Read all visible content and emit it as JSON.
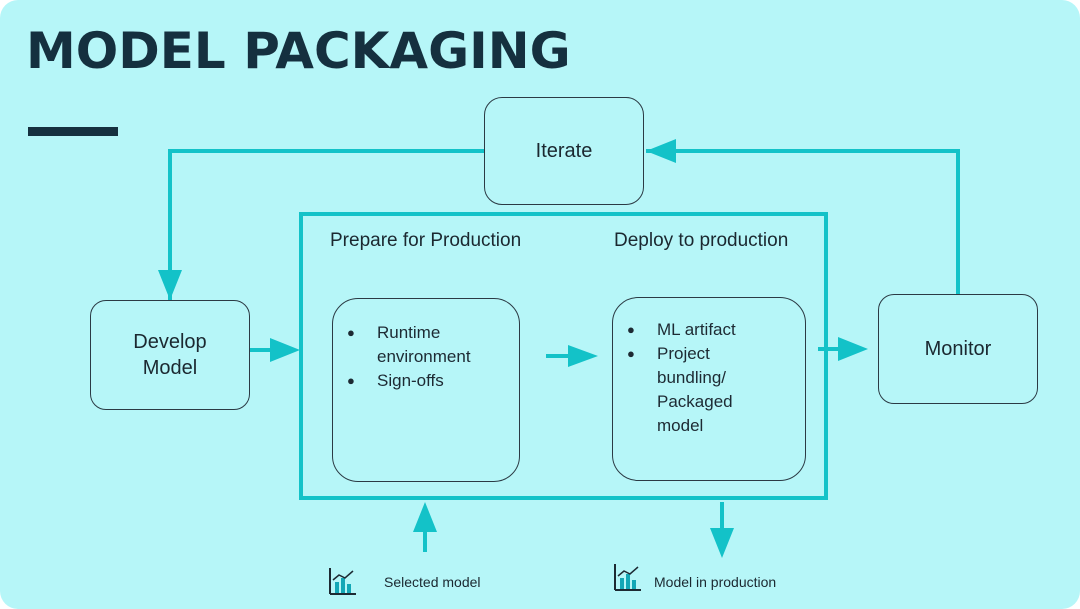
{
  "title": "MODEL PACKAGING",
  "nodes": {
    "iterate": "Iterate",
    "develop_model": "Develop\nModel",
    "monitor": "Monitor"
  },
  "stage": {
    "prepare_heading": "Prepare for Production",
    "deploy_heading": "Deploy to production",
    "prepare_items": [
      "Runtime environment",
      "Sign-offs"
    ],
    "deploy_items": [
      "ML artifact",
      "Project bundling/ Packaged model"
    ]
  },
  "inputs": {
    "selected_model": "Selected model",
    "model_in_production": "Model in production"
  },
  "icons": {
    "input_icon": "bar-chart-icon",
    "output_icon": "bar-chart-icon"
  },
  "colors": {
    "background": "#b6f6f8",
    "accent": "#13c2c8",
    "title": "#15303f",
    "outline": "#2b3a44"
  }
}
